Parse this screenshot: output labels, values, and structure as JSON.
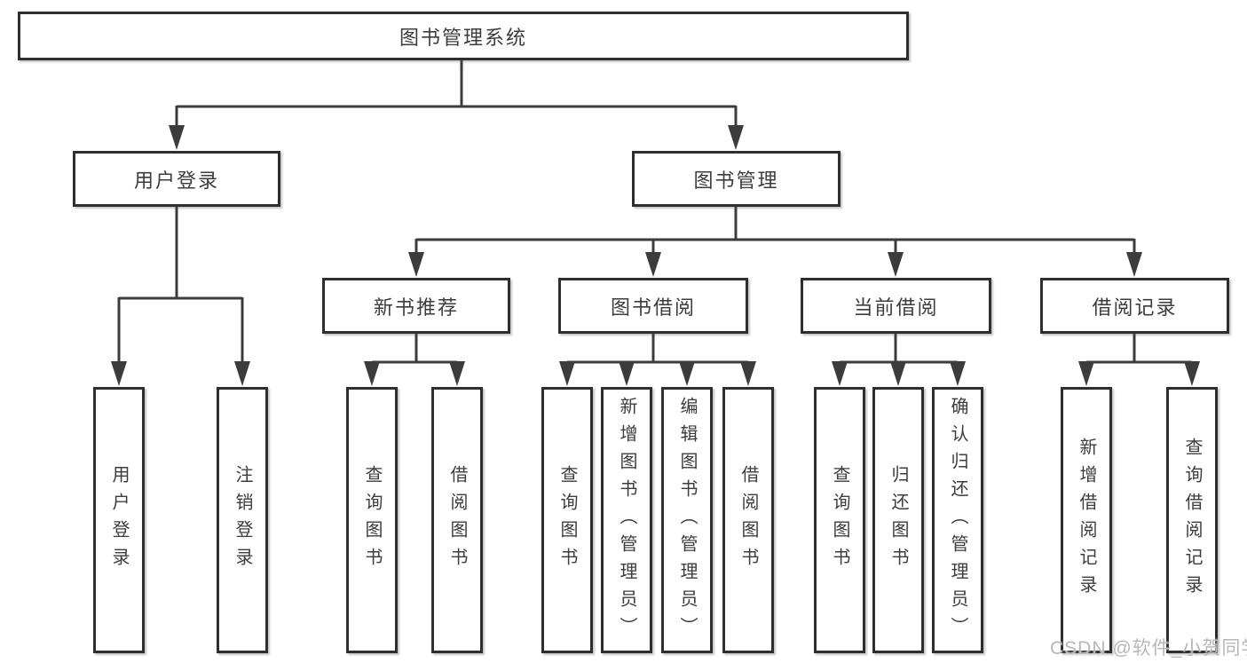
{
  "meta": {
    "watermark": "CSDN @软件_小贺同学"
  },
  "colors": {
    "background": "#ffffff",
    "box_border": "#2e2e2e",
    "box_fill": "#ffffff",
    "line": "#3c3c3c",
    "text": "#3c3c3c",
    "watermark": "#b7b7b7"
  },
  "tree": {
    "root": {
      "label": "图书管理系统"
    },
    "children": [
      {
        "label": "用户登录",
        "children": [
          {
            "label": "用户登录"
          },
          {
            "label": "注销登录"
          }
        ]
      },
      {
        "label": "图书管理",
        "children": [
          {
            "label": "新书推荐",
            "children": [
              {
                "label": "查询图书"
              },
              {
                "label": "借阅图书"
              }
            ]
          },
          {
            "label": "图书借阅",
            "children": [
              {
                "label": "查询图书"
              },
              {
                "label": "新增图书（管理员）"
              },
              {
                "label": "编辑图书（管理员）"
              },
              {
                "label": "借阅图书"
              }
            ]
          },
          {
            "label": "当前借阅",
            "children": [
              {
                "label": "查询图书"
              },
              {
                "label": "归还图书"
              },
              {
                "label": "确认归还（管理员）"
              }
            ]
          },
          {
            "label": "借阅记录",
            "children": [
              {
                "label": "新增借阅记录"
              },
              {
                "label": "查询借阅记录"
              }
            ]
          }
        ]
      }
    ]
  }
}
